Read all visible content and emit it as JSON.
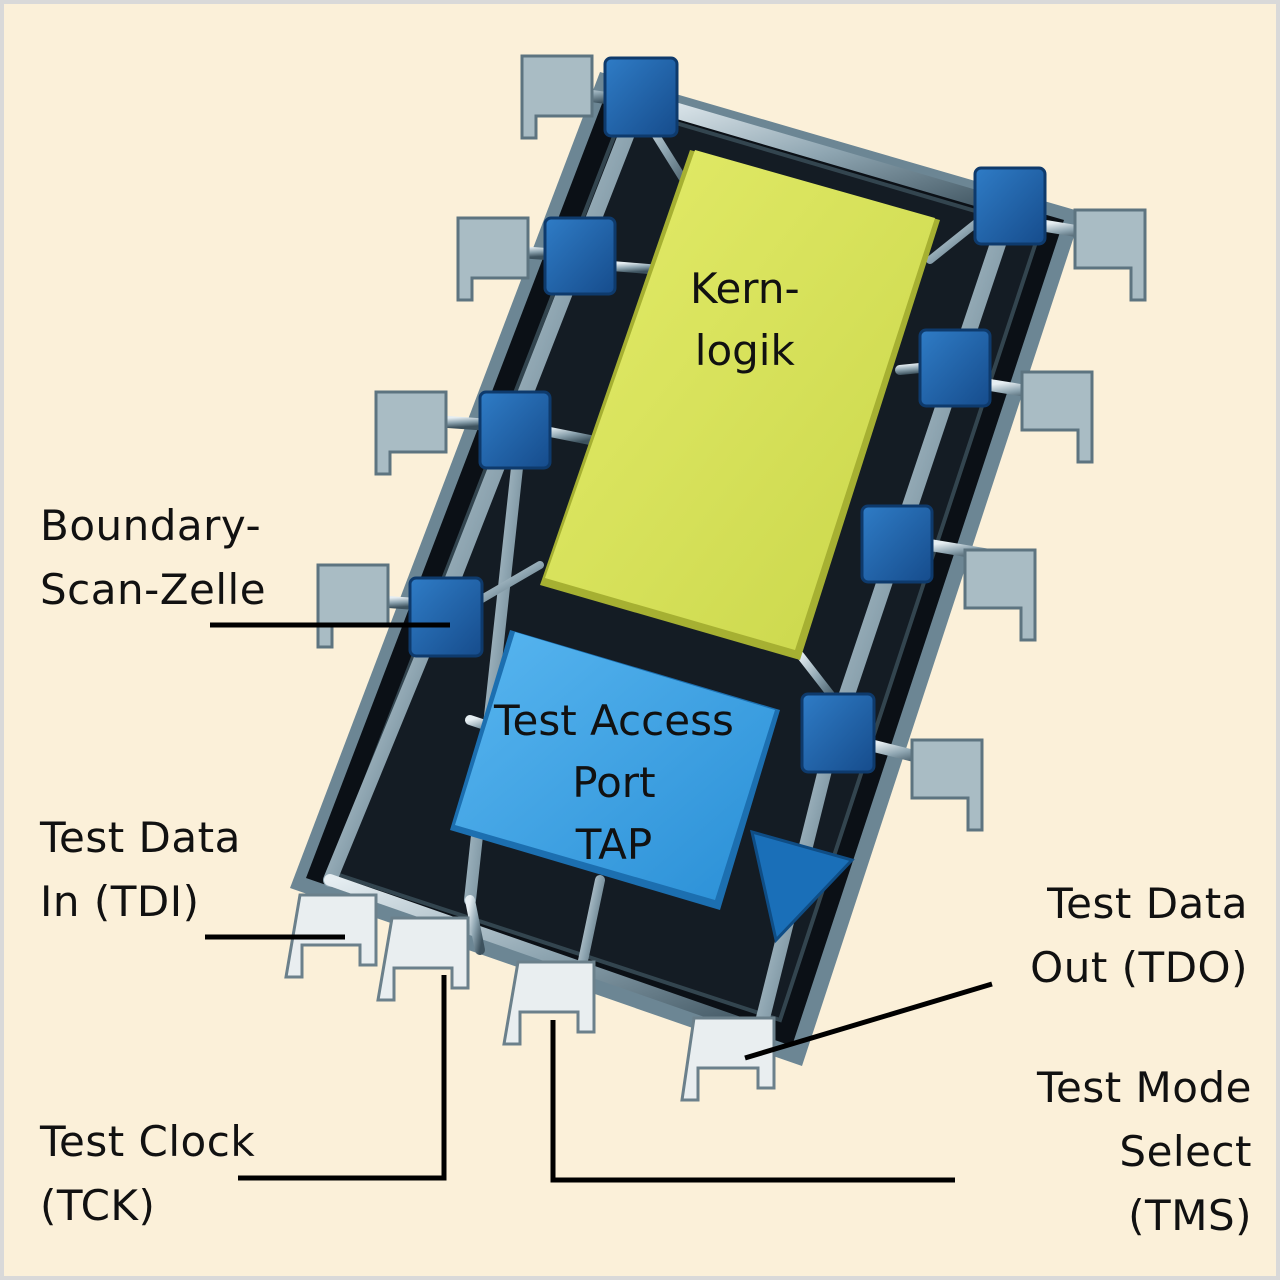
{
  "labels": {
    "core": [
      "Kern-",
      "logik"
    ],
    "tap": [
      "Test Access",
      "Port",
      "TAP"
    ],
    "boundary": [
      "Boundary-",
      "Scan-Zelle"
    ],
    "tdi": [
      "Test Data",
      "In (TDI)"
    ],
    "tck": [
      "Test Clock",
      "(TCK)"
    ],
    "tdo": [
      "Test Data",
      "Out (TDO)"
    ],
    "tms": [
      "Test Mode",
      "Select",
      "(TMS)"
    ]
  },
  "colors": {
    "background": "#fbf0d9",
    "chip_body": "#0b1016",
    "chip_frame": "#5f7886",
    "core_logic": "#d8e25a",
    "tap_block": "#3ea4e6",
    "scan_cell": "#1f63ad",
    "pin": "#a9bcc4",
    "test_pin": "#e9eef0",
    "leader_line": "#000000"
  },
  "icons": {
    "output_arrow": "triangle-down-right-icon"
  }
}
